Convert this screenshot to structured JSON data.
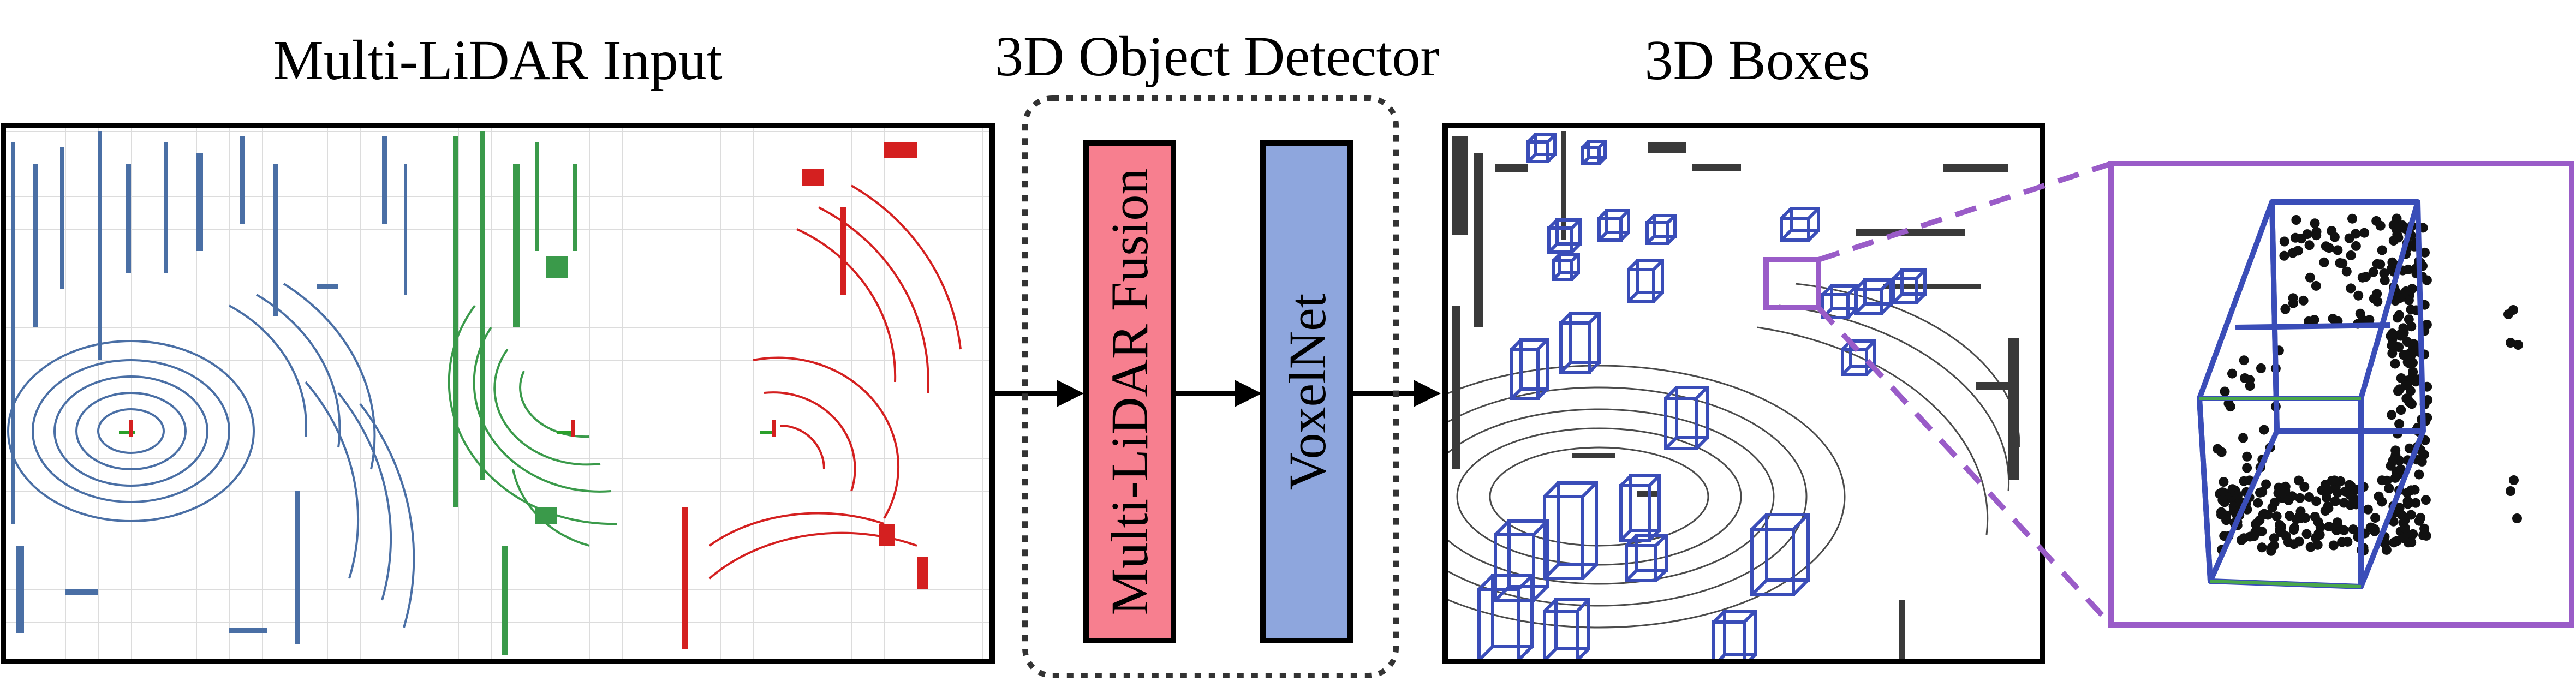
{
  "titles": {
    "input": "Multi-LiDAR Input",
    "detector": "3D Object Detector",
    "output": "3D Boxes"
  },
  "blocks": {
    "fusion": "Multi-LiDAR Fusion",
    "voxelnet": "VoxelNet"
  },
  "colors": {
    "lidar_blue": "#4a6fa5",
    "lidar_green": "#3a9a4a",
    "lidar_red": "#d42020",
    "fusion_fill": "#f77f8f",
    "voxelnet_fill": "#8ea6dd",
    "box_blue": "#3a4db8",
    "highlight_purple": "#9a5cc8",
    "point_gray": "#3a3a3a"
  }
}
